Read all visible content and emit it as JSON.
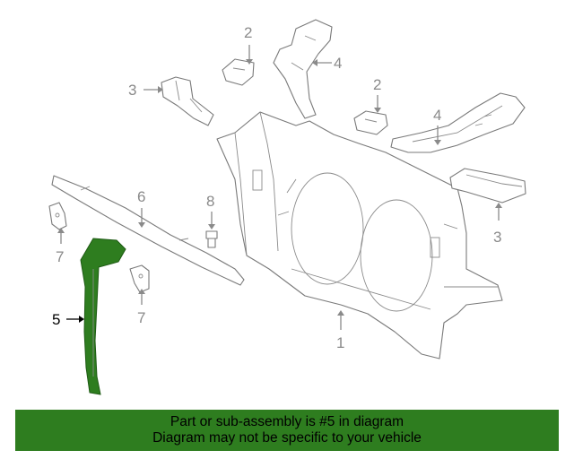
{
  "callouts": {
    "c1": "1",
    "c2a": "2",
    "c2b": "2",
    "c3a": "3",
    "c3b": "3",
    "c4a": "4",
    "c4b": "4",
    "c5": "5",
    "c6": "6",
    "c7a": "7",
    "c7b": "7",
    "c8": "8"
  },
  "highlight_color": "#2e7d1f",
  "footer": {
    "line1": "Part or sub-assembly is #5 in diagram",
    "line2": "Diagram may not be specific to your vehicle"
  }
}
